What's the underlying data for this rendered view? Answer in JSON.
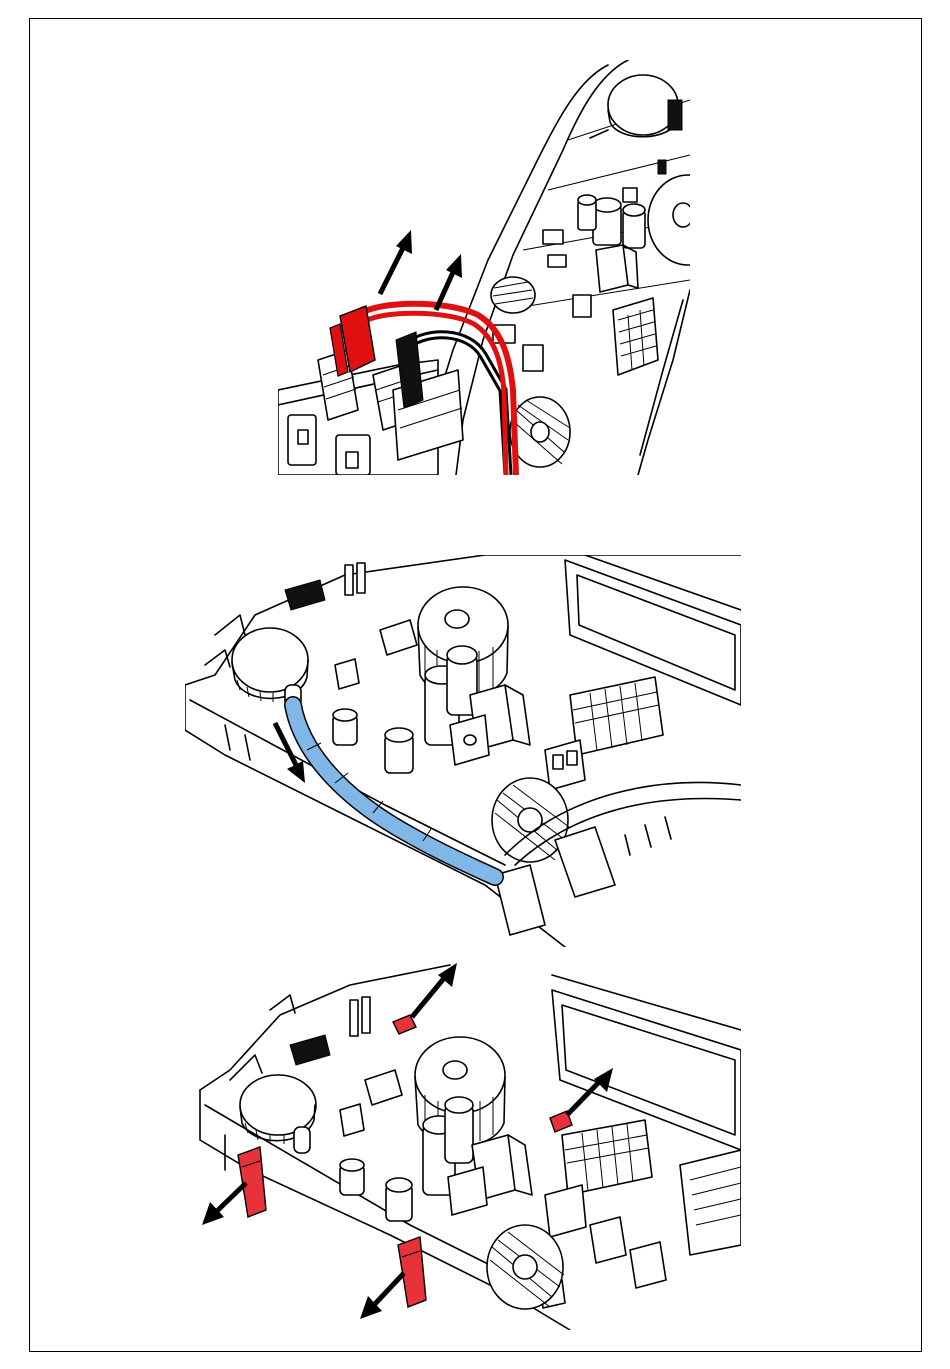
{
  "figure": {
    "panels": [
      {
        "id": "panel-1",
        "highlight_color": "#e01010",
        "highlighted_part": "red-and-black-cable-pair",
        "action": "lift-cables-up"
      },
      {
        "id": "panel-2",
        "highlight_color": "#7fb7e6",
        "highlighted_part": "probe-cable",
        "action": "pull-down"
      },
      {
        "id": "panel-3",
        "highlight_color": "#e8323a",
        "highlighted_part": "board-retaining-clips",
        "action": "release-clips-outward"
      }
    ],
    "colors": {
      "line": "#000000",
      "background": "#ffffff",
      "frame": "#000000"
    }
  }
}
